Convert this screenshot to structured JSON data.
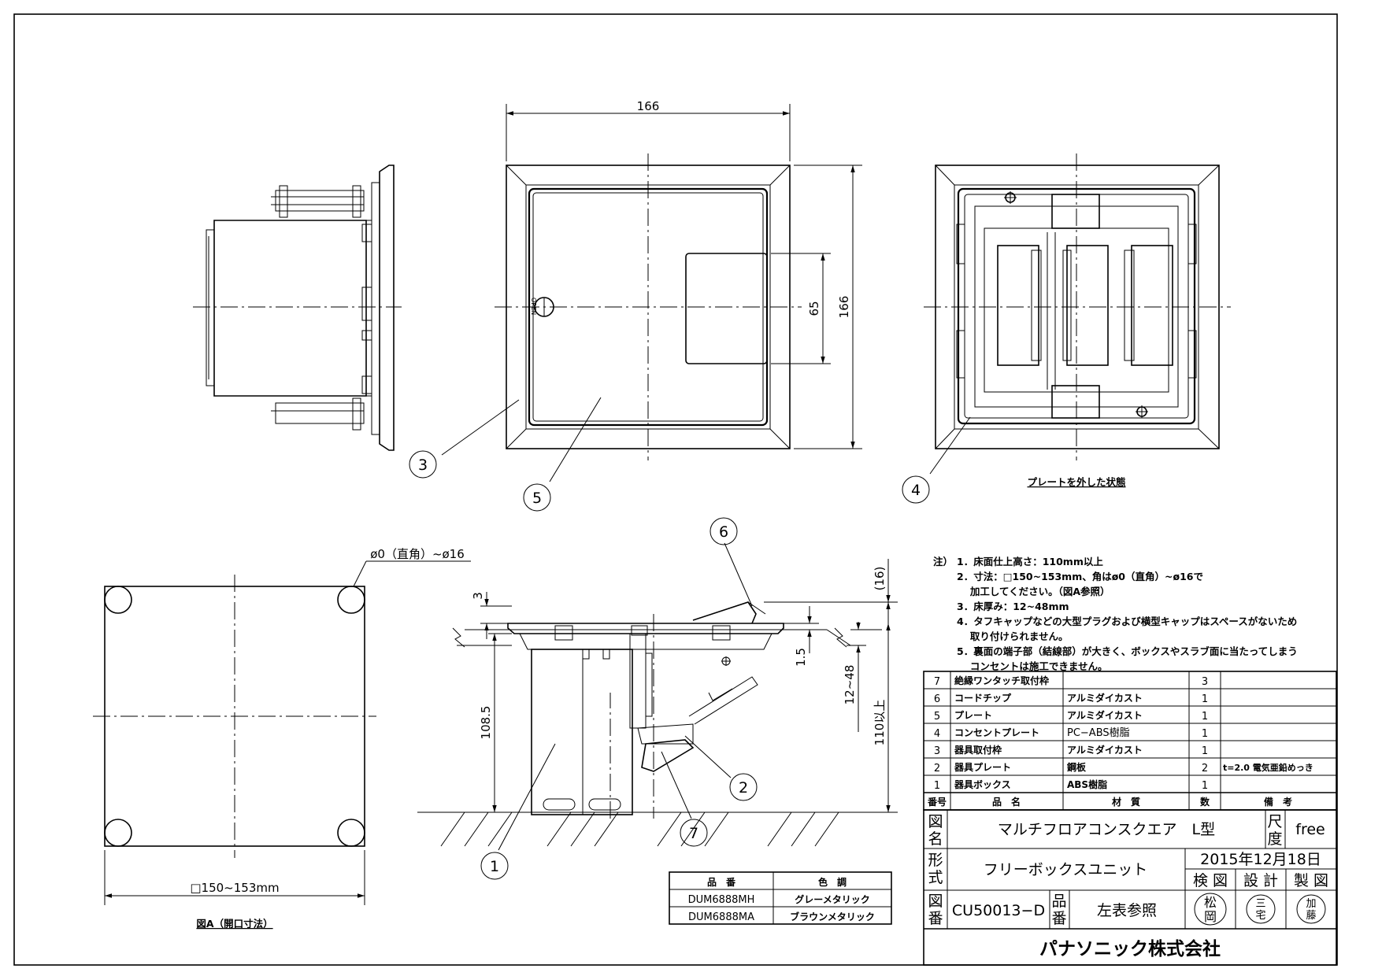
{
  "views": {
    "front": {
      "width_dim": "166",
      "height_dim": "166",
      "outlet_dim": "65",
      "cover_mark": "OPEN"
    },
    "plate_removed_caption": "プレートを外した状態",
    "section": {
      "dim_3": "3",
      "dim_108_5": "108.5",
      "dim_16": "(16)",
      "dim_1_5": "1.5",
      "dim_12_48": "12~48",
      "dim_110": "110以上"
    },
    "opening": {
      "corner_dim": "ø0（直角）~ø16",
      "size_dim": "□150~153mm",
      "caption": "図A（開口寸法）"
    }
  },
  "balloons": [
    "1",
    "2",
    "3",
    "4",
    "5",
    "6",
    "7"
  ],
  "notes": {
    "prefix": "注）",
    "items": [
      "1．床面仕上高さ：110mm以上",
      "2．寸法：□150~153mm、角はø0（直角）~ø16で",
      "　 加工してください。（図A参照）",
      "3．床厚み：12~48mm",
      "4．タフキャップなどの大型プラグおよび横型キャップはスペースがないため",
      "　 取り付けられません。",
      "5．裏面の端子部（結線部）が大きく、ボックスやスラブ面に当たってしまう",
      "　 コンセントは施工できません。"
    ]
  },
  "color_table": {
    "headers": [
      "品　番",
      "色　調"
    ],
    "rows": [
      [
        "DUM6888MH",
        "グレーメタリック"
      ],
      [
        "DUM6888MA",
        "ブラウンメタリック"
      ]
    ]
  },
  "parts_table": {
    "headers": [
      "番号",
      "品　名",
      "材　質",
      "数",
      "備　考"
    ],
    "rows": [
      [
        "7",
        "絶縁ワンタッチ取付枠",
        "",
        "3",
        ""
      ],
      [
        "6",
        "コードチップ",
        "アルミダイカスト",
        "1",
        ""
      ],
      [
        "5",
        "プレート",
        "アルミダイカスト",
        "1",
        ""
      ],
      [
        "4",
        "コンセントプレート",
        "PC−ABS樹脂",
        "1",
        ""
      ],
      [
        "3",
        "器具取付枠",
        "アルミダイカスト",
        "1",
        ""
      ],
      [
        "2",
        "器具プレート",
        "鋼板",
        "2",
        "t=2.0 電気亜鉛めっき"
      ],
      [
        "1",
        "器具ボックス",
        "ABS樹脂",
        "1",
        ""
      ]
    ]
  },
  "title_block": {
    "name_label": [
      "図",
      "名"
    ],
    "name": "マルチフロアコンスクエア　L型",
    "scale_label": [
      "尺",
      "度"
    ],
    "scale": "free",
    "type_label": [
      "形",
      "式"
    ],
    "type": "フリーボックスユニット",
    "date": "2015年12月18日",
    "roles": [
      "検 図",
      "設 計",
      "製 図"
    ],
    "drawing_no_label": [
      "図",
      "番"
    ],
    "drawing_no": "CU50013−D",
    "part_no_label": [
      "品",
      "番"
    ],
    "part_no": "左表参照",
    "seals": [
      [
        "松",
        "岡"
      ],
      [
        "三",
        "宅"
      ],
      [
        "加",
        "藤"
      ]
    ],
    "company": "パナソニック株式会社"
  }
}
